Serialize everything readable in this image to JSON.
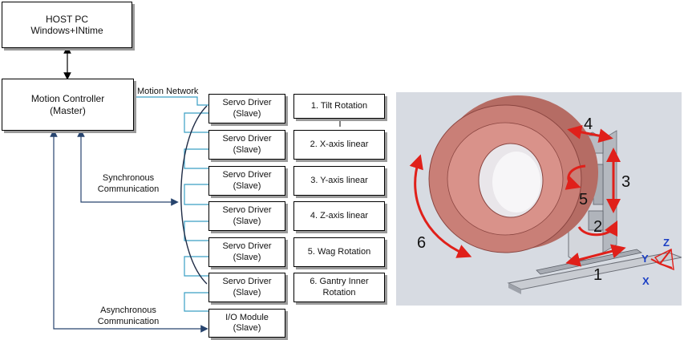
{
  "host": {
    "line1": "HOST PC",
    "line2": "Windows+INtime"
  },
  "controller": {
    "line1": "Motion Controller",
    "line2": "(Master)"
  },
  "network_label": "Motion Network",
  "sync_label": {
    "line1": "Synchronous",
    "line2": "Communication"
  },
  "async_label": {
    "line1": "Asynchronous",
    "line2": "Communication"
  },
  "drivers": [
    {
      "line1": "Servo Driver",
      "line2": "(Slave)"
    },
    {
      "line1": "Servo Driver",
      "line2": "(Slave)"
    },
    {
      "line1": "Servo Driver",
      "line2": "(Slave)"
    },
    {
      "line1": "Servo Driver",
      "line2": "(Slave)"
    },
    {
      "line1": "Servo Driver",
      "line2": "(Slave)"
    },
    {
      "line1": "Servo Driver",
      "line2": "(Slave)"
    }
  ],
  "io_module": {
    "line1": "I/O Module",
    "line2": "(Slave)"
  },
  "axes": [
    {
      "line1": "1. Tilt Rotation",
      "line2": ""
    },
    {
      "line1": "2. X-axis linear",
      "line2": ""
    },
    {
      "line1": "3. Y-axis linear",
      "line2": ""
    },
    {
      "line1": "4. Z-axis linear",
      "line2": ""
    },
    {
      "line1": "5. Wag Rotation",
      "line2": ""
    },
    {
      "line1": "6. Gantry Inner",
      "line2": "Rotation"
    }
  ],
  "photo_labels": {
    "n1": "1",
    "n2": "2",
    "n3": "3",
    "n4": "4",
    "n5": "5",
    "n6": "6"
  },
  "triad": {
    "x": "X",
    "y": "Y",
    "z": "Z"
  },
  "colors": {
    "network": "#3a9fc4",
    "comm": "#27446e",
    "bus": "#1f2b45",
    "arrow_red": "#e0201a",
    "gantry": "#c97f77"
  }
}
